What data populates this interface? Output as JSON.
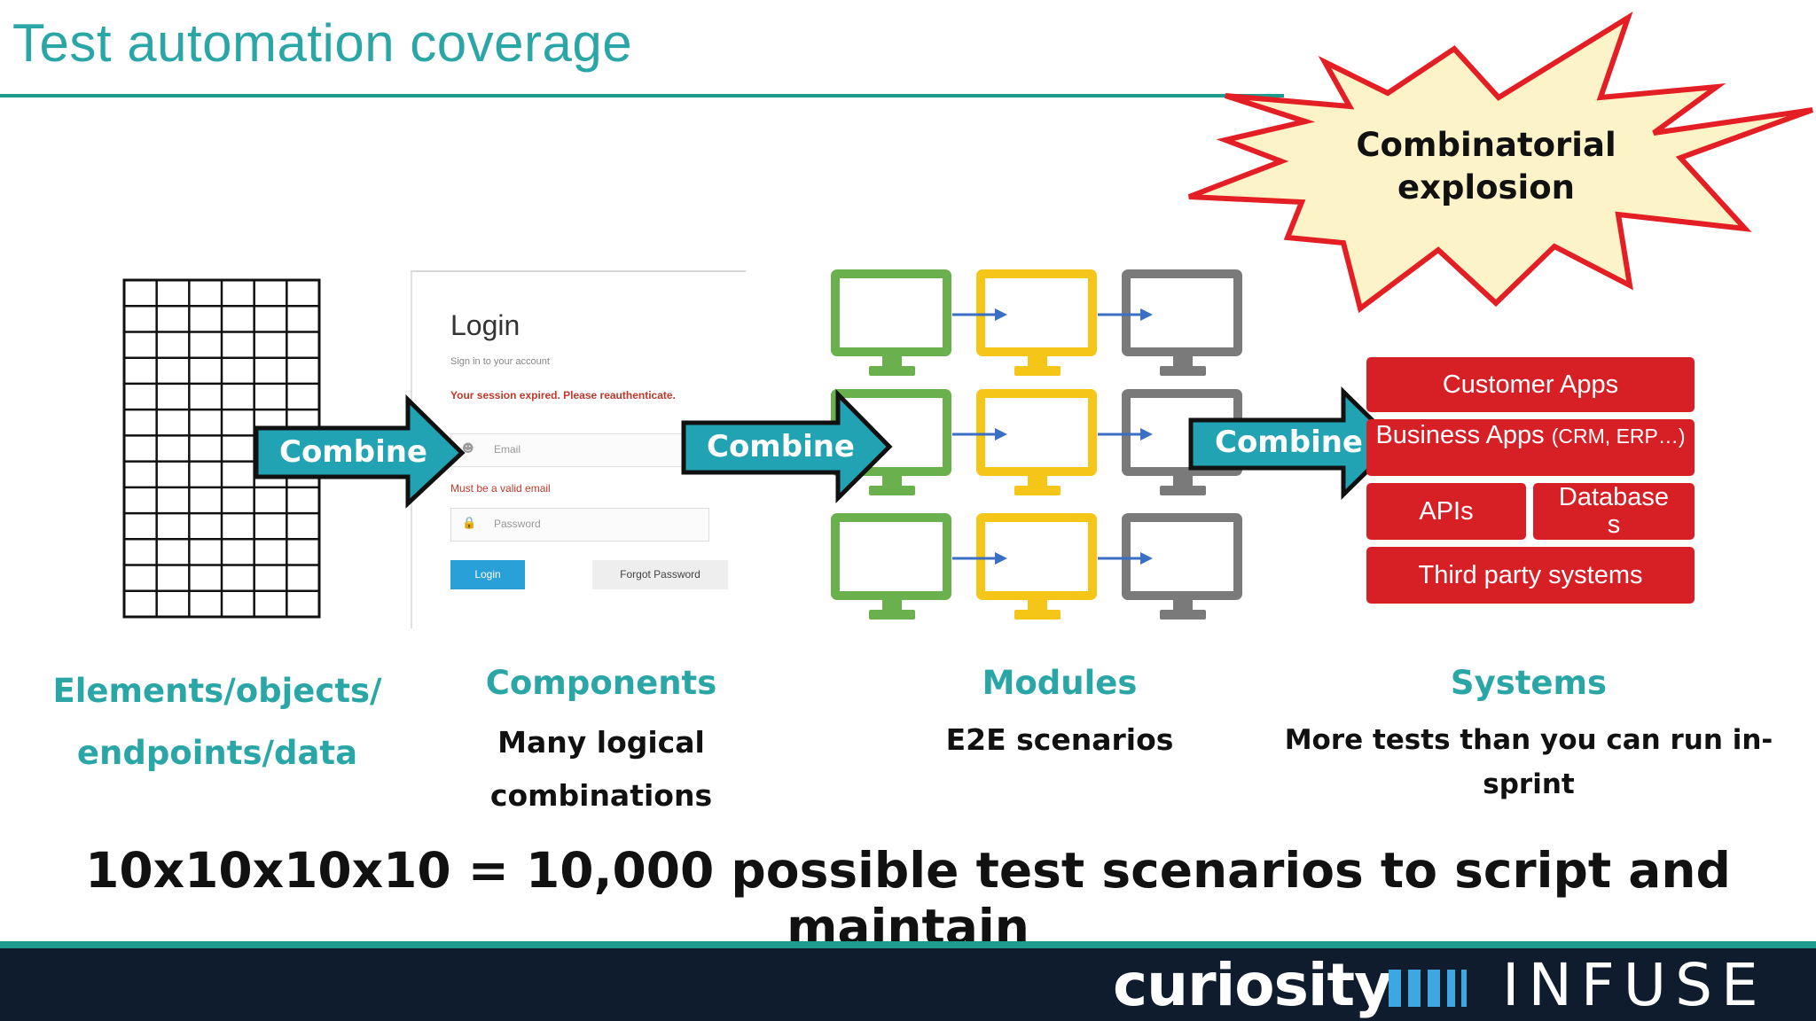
{
  "title": "Test automation coverage",
  "login": {
    "title": "Login",
    "subtitle": "Sign in to your account",
    "error_session": "Your session expired. Please reauthenticate.",
    "email_placeholder": "Email",
    "email_error": "Must be a valid email",
    "password_placeholder": "Password",
    "login_button": "Login",
    "forgot_button": "Forgot Password"
  },
  "combine_labels": [
    "Combine",
    "Combine",
    "Combine"
  ],
  "burst": {
    "line1": "Combinatorial",
    "line2": "explosion"
  },
  "systems": {
    "customer_apps": "Customer Apps",
    "business_apps": "Business Apps",
    "business_apps_note": "(CRM, ERP…)",
    "apis": "APIs",
    "databases_line1": "Database",
    "databases_line2": "s",
    "third_party": "Third party systems"
  },
  "stages": [
    {
      "title_line1": "Elements/objects/",
      "title_line2": "endpoints/data"
    },
    {
      "title": "Components",
      "sub_line1": "Many logical",
      "sub_line2": "combinations"
    },
    {
      "title": "Modules",
      "sub": "E2E scenarios"
    },
    {
      "title": "Systems",
      "sub": "More tests than you can run in-sprint"
    }
  ],
  "formula": "10x10x10x10 = 10,000 possible test scenarios to script and maintain",
  "brand": {
    "left": "curiosity",
    "right": "INFUSE"
  },
  "colors": {
    "teal": "#2aa6a6",
    "monitor_green": "#6ab04c",
    "monitor_yellow": "#f5c518",
    "monitor_grey": "#7a7a7a",
    "system_red": "#d71f26",
    "burst_fill": "#fdf3c8",
    "burst_stroke": "#e31e24",
    "footer_bg": "#0e1c2e"
  }
}
